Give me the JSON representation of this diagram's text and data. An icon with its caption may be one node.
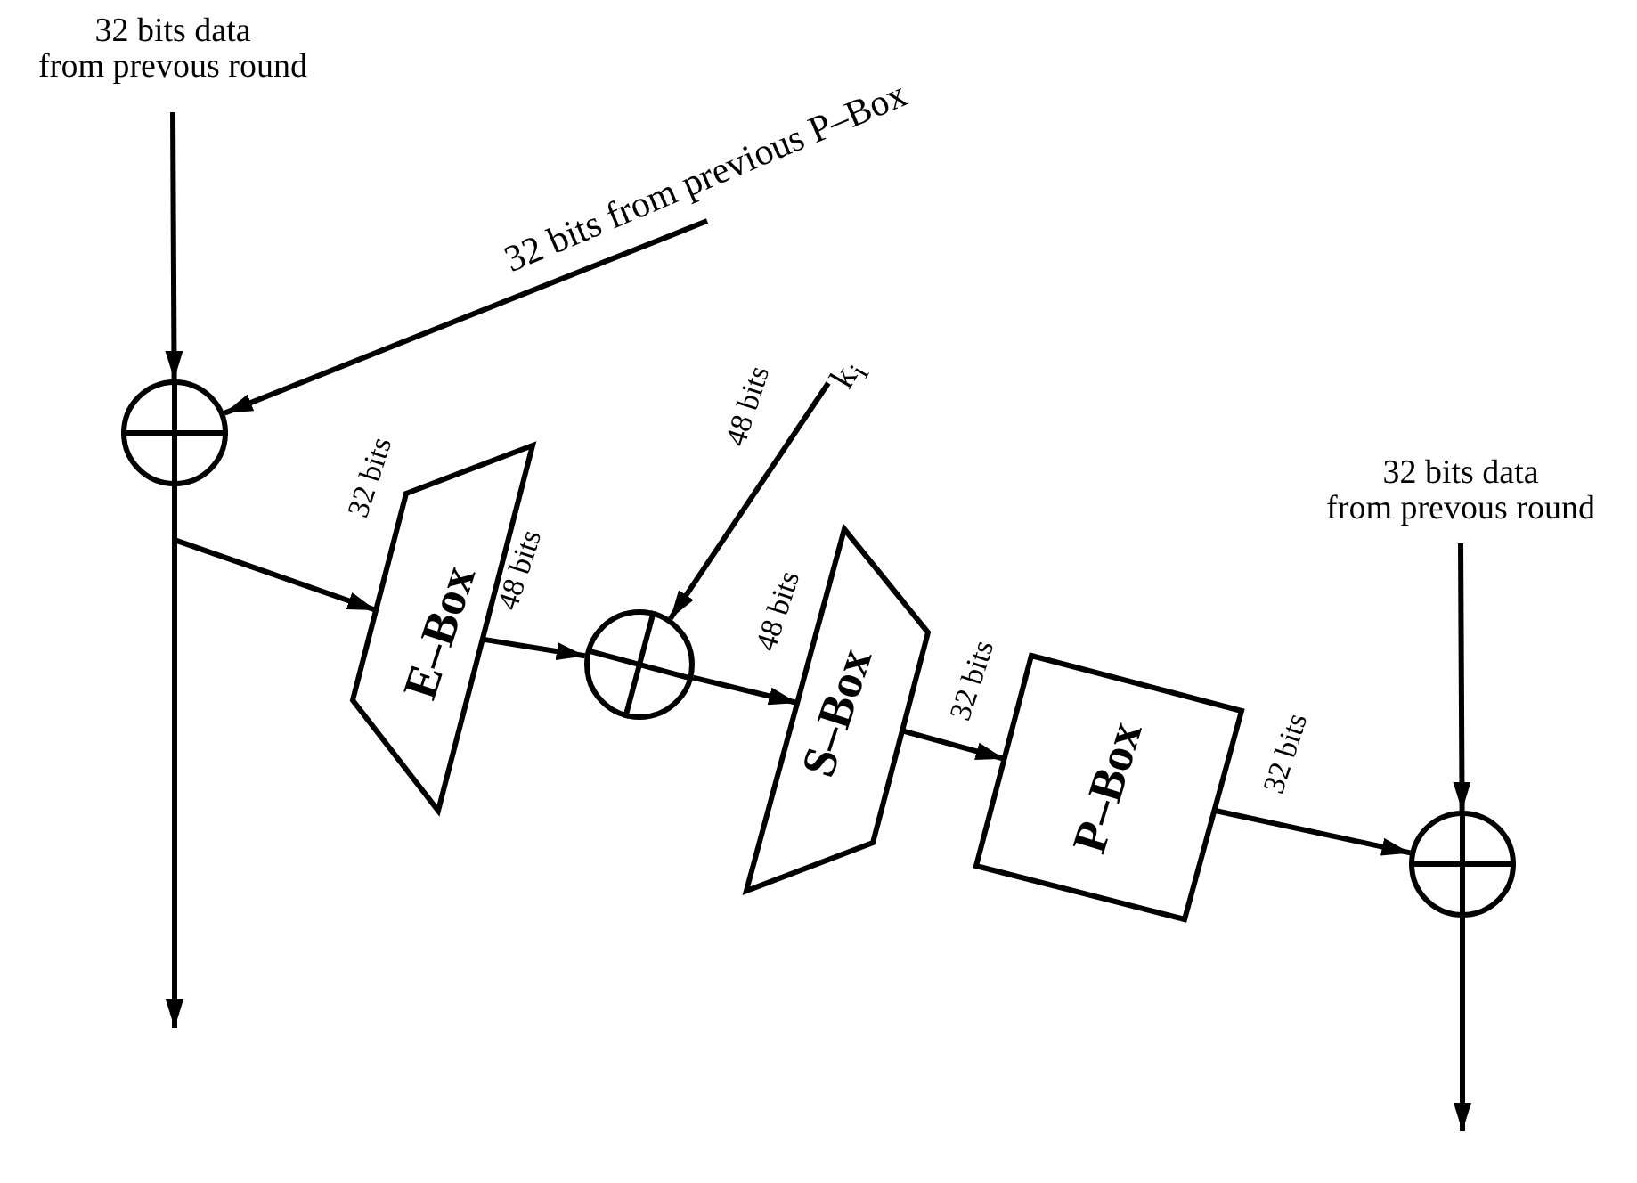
{
  "diagram": {
    "nodes": [
      {
        "text": [
          "32 bits data from prevous round"
        ]
      },
      {
        "text": [],
        "shape": "circle"
      },
      {
        "text": [
          "32 bits from previous P–Box"
        ]
      },
      {
        "text": [
          "E–Box"
        ]
      },
      {
        "text": [],
        "shape": "circle"
      },
      {
        "text": [
          "k$_{i}$"
        ]
      },
      {
        "text": [
          "S–Box"
        ]
      },
      {
        "text": [
          "P–Box"
        ]
      },
      {
        "text": [
          "32 bits data from prevous round"
        ]
      },
      {
        "text": [],
        "shape": "circle"
      }
    ],
    "edges": [
      {
        "from": 0,
        "to": 1,
        "arrow": "to"
      },
      {
        "from": 2,
        "to": 1,
        "arrow": "to"
      },
      {
        "from": 1,
        "to": null,
        "arrow": "to"
      },
      {
        "from": 1,
        "to": 3,
        "arrow": "to",
        "label": "32 bits"
      },
      {
        "from": 3,
        "to": 4,
        "arrow": "to",
        "label": "48 bits"
      },
      {
        "from": 5,
        "to": 4,
        "arrow": "to",
        "label": "48 bits"
      },
      {
        "from": 4,
        "to": 6,
        "arrow": "to",
        "label": "48 bits"
      },
      {
        "from": 6,
        "to": 7,
        "arrow": "to",
        "label": "32 bits"
      },
      {
        "from": 7,
        "to": 9,
        "arrow": "to",
        "label": "32 bits"
      },
      {
        "from": 8,
        "to": 9,
        "arrow": "to"
      },
      {
        "from": 9,
        "to": null,
        "arrow": "to"
      }
    ]
  }
}
